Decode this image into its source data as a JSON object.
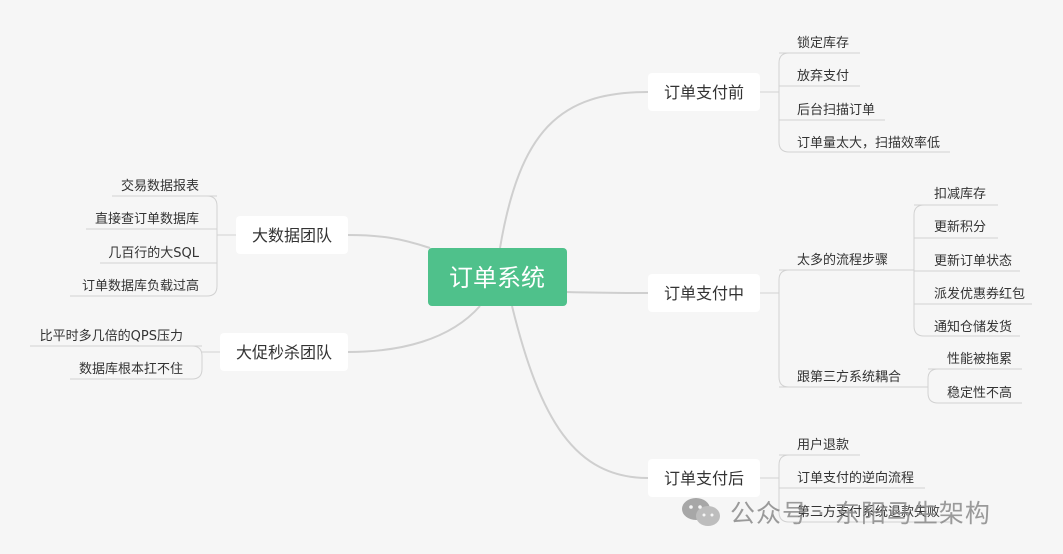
{
  "root": {
    "label": "订单系统"
  },
  "branches": {
    "before": {
      "label": "订单支付前",
      "children": [
        "锁定库存",
        "放弃支付",
        "后台扫描订单",
        "订单量太大，扫描效率低"
      ]
    },
    "during": {
      "label": "订单支付中",
      "groups": [
        {
          "label": "太多的流程步骤",
          "children": [
            "扣减库存",
            "更新积分",
            "更新订单状态",
            "派发优惠券红包",
            "通知仓储发货"
          ]
        },
        {
          "label": "跟第三方系统耦合",
          "children": [
            "性能被拖累",
            "稳定性不高"
          ]
        }
      ]
    },
    "after": {
      "label": "订单支付后",
      "children": [
        "用户退款",
        "订单支付的逆向流程",
        "第三方支付系统退款失败"
      ]
    },
    "bigdata": {
      "label": "大数据团队",
      "children": [
        "交易数据报表",
        "直接查订单数据库",
        "几百行的大SQL",
        "订单数据库负载过高"
      ]
    },
    "flash": {
      "label": "大促秒杀团队",
      "children": [
        "比平时多几倍的QPS压力",
        "数据库根本扛不住"
      ]
    }
  },
  "watermark": {
    "text": "公众号 · 东阳马生架构",
    "icon": "wechat-logo-icon"
  },
  "colors": {
    "root": "#4fc18b",
    "background": "#f6f6f6",
    "line": "#cfcfcf"
  }
}
